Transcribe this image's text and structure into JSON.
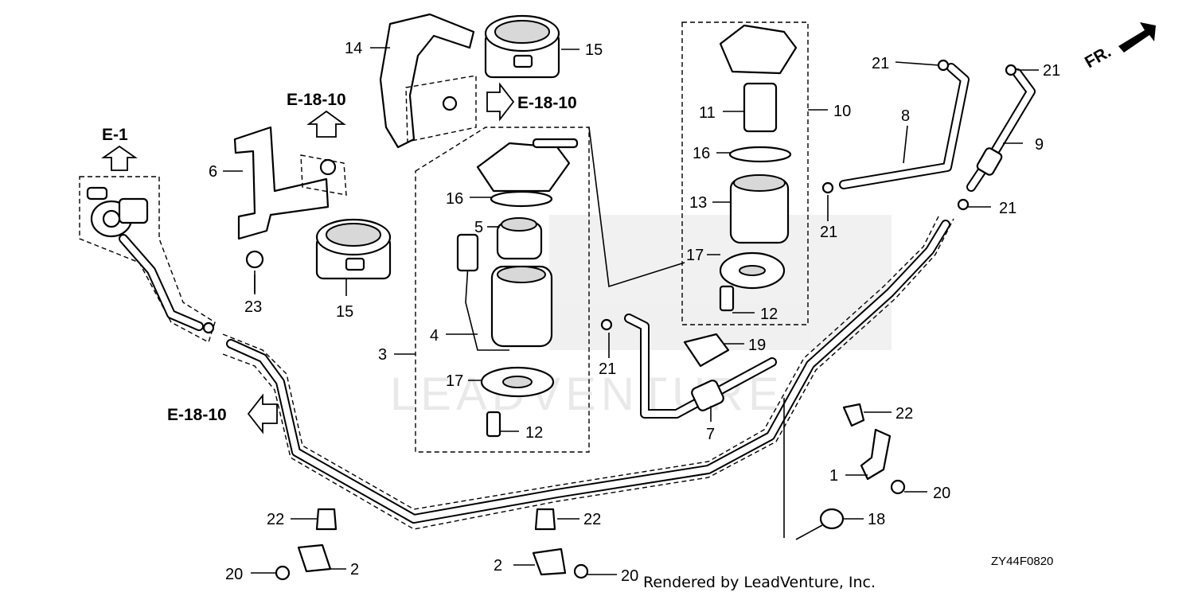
{
  "diagram": {
    "drawing_code": "ZY44F0820",
    "credit": "Rendered by LeadVenture, Inc.",
    "watermark": "LEADVENTURE",
    "direction_label": "FR.",
    "references": {
      "e1": "E-1",
      "e18_10_top": "E-18-10",
      "e18_10_mid": "E-18-10",
      "e18_10_left": "E-18-10"
    },
    "callouts": {
      "c1": "1",
      "c2a": "2",
      "c2b": "2",
      "c3": "3",
      "c4": "4",
      "c5": "5",
      "c6": "6",
      "c7": "7",
      "c8": "8",
      "c9": "9",
      "c10": "10",
      "c11": "11",
      "c12a": "12",
      "c12b": "12",
      "c13": "13",
      "c14": "14",
      "c15a": "15",
      "c15b": "15",
      "c16a": "16",
      "c16b": "16",
      "c17a": "17",
      "c17b": "17",
      "c18": "18",
      "c19": "19",
      "c20a": "20",
      "c20b": "20",
      "c20c": "20",
      "c21a": "21",
      "c21b": "21",
      "c21c": "21",
      "c21d": "21",
      "c21e": "21",
      "c22a": "22",
      "c22b": "22",
      "c22c": "22",
      "c23": "23"
    }
  }
}
